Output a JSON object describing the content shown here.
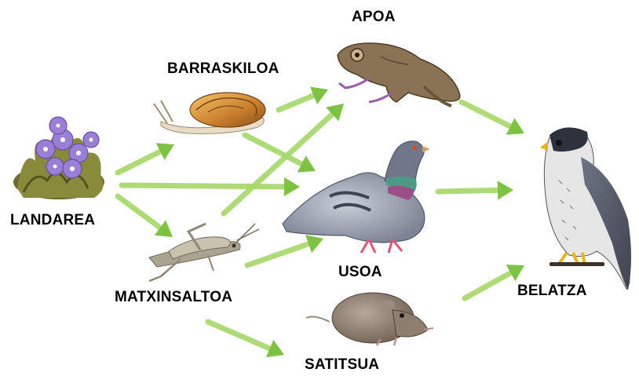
{
  "title": "",
  "colors": {
    "arrow": "#7dc243",
    "arrow_light": "#a6d86a",
    "background": "#ffffff",
    "label": "#000000"
  },
  "organisms": {
    "landarea": {
      "label": "LANDAREA",
      "icon": "plant-icon"
    },
    "barraskiloa": {
      "label": "BARRASKILOA",
      "icon": "snail-icon"
    },
    "matxinsaltoa": {
      "label": "MATXINSALTOA",
      "icon": "grasshopper-icon"
    },
    "apoa": {
      "label": "APOA",
      "icon": "toad-icon"
    },
    "usoa": {
      "label": "USOA",
      "icon": "pigeon-icon"
    },
    "satitsua": {
      "label": "SATITSUA",
      "icon": "shrew-icon"
    },
    "belatza": {
      "label": "BELATZA",
      "icon": "falcon-icon"
    }
  },
  "arrows": [
    {
      "from": "landarea",
      "to": "barraskiloa"
    },
    {
      "from": "landarea",
      "to": "usoa"
    },
    {
      "from": "landarea",
      "to": "matxinsaltoa"
    },
    {
      "from": "barraskiloa",
      "to": "apoa"
    },
    {
      "from": "barraskiloa",
      "to": "usoa"
    },
    {
      "from": "matxinsaltoa",
      "to": "apoa"
    },
    {
      "from": "matxinsaltoa",
      "to": "usoa"
    },
    {
      "from": "matxinsaltoa",
      "to": "satitsua"
    },
    {
      "from": "apoa",
      "to": "belatza"
    },
    {
      "from": "usoa",
      "to": "belatza"
    },
    {
      "from": "satitsua",
      "to": "belatza"
    }
  ]
}
